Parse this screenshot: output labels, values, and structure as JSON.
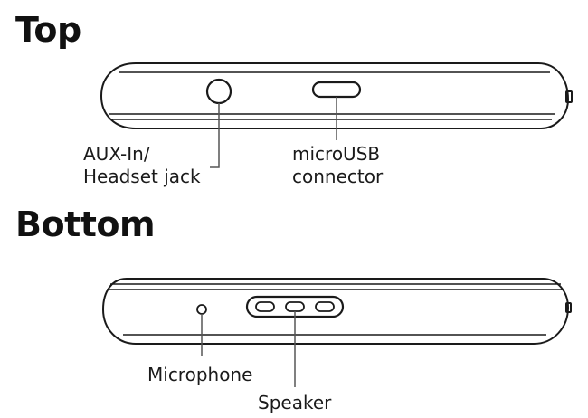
{
  "sections": {
    "top": {
      "title": "Top",
      "labels": {
        "aux_line1": "AUX-In/",
        "aux_line2": "Headset jack",
        "usb_line1": "microUSB",
        "usb_line2": "connector"
      }
    },
    "bottom": {
      "title": "Bottom",
      "labels": {
        "microphone": "Microphone",
        "speaker": "Speaker"
      }
    }
  },
  "colors": {
    "outline": "#1a1a1a",
    "text": "#1a1a1a",
    "callout_line": "#666666"
  }
}
